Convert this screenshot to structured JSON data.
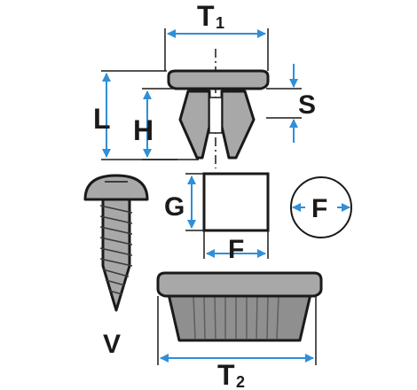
{
  "labels": {
    "t1": "T",
    "t1_sub": "1",
    "l": "L",
    "h": "H",
    "s": "S",
    "g": "G",
    "f_width": "F",
    "f_circle": "F",
    "v": "V",
    "t2": "T",
    "t2_sub": "2"
  },
  "colors": {
    "dimension_line": "#2f8fd8",
    "part_fill": "#a8a8a8",
    "outline": "#1a1a1a"
  }
}
